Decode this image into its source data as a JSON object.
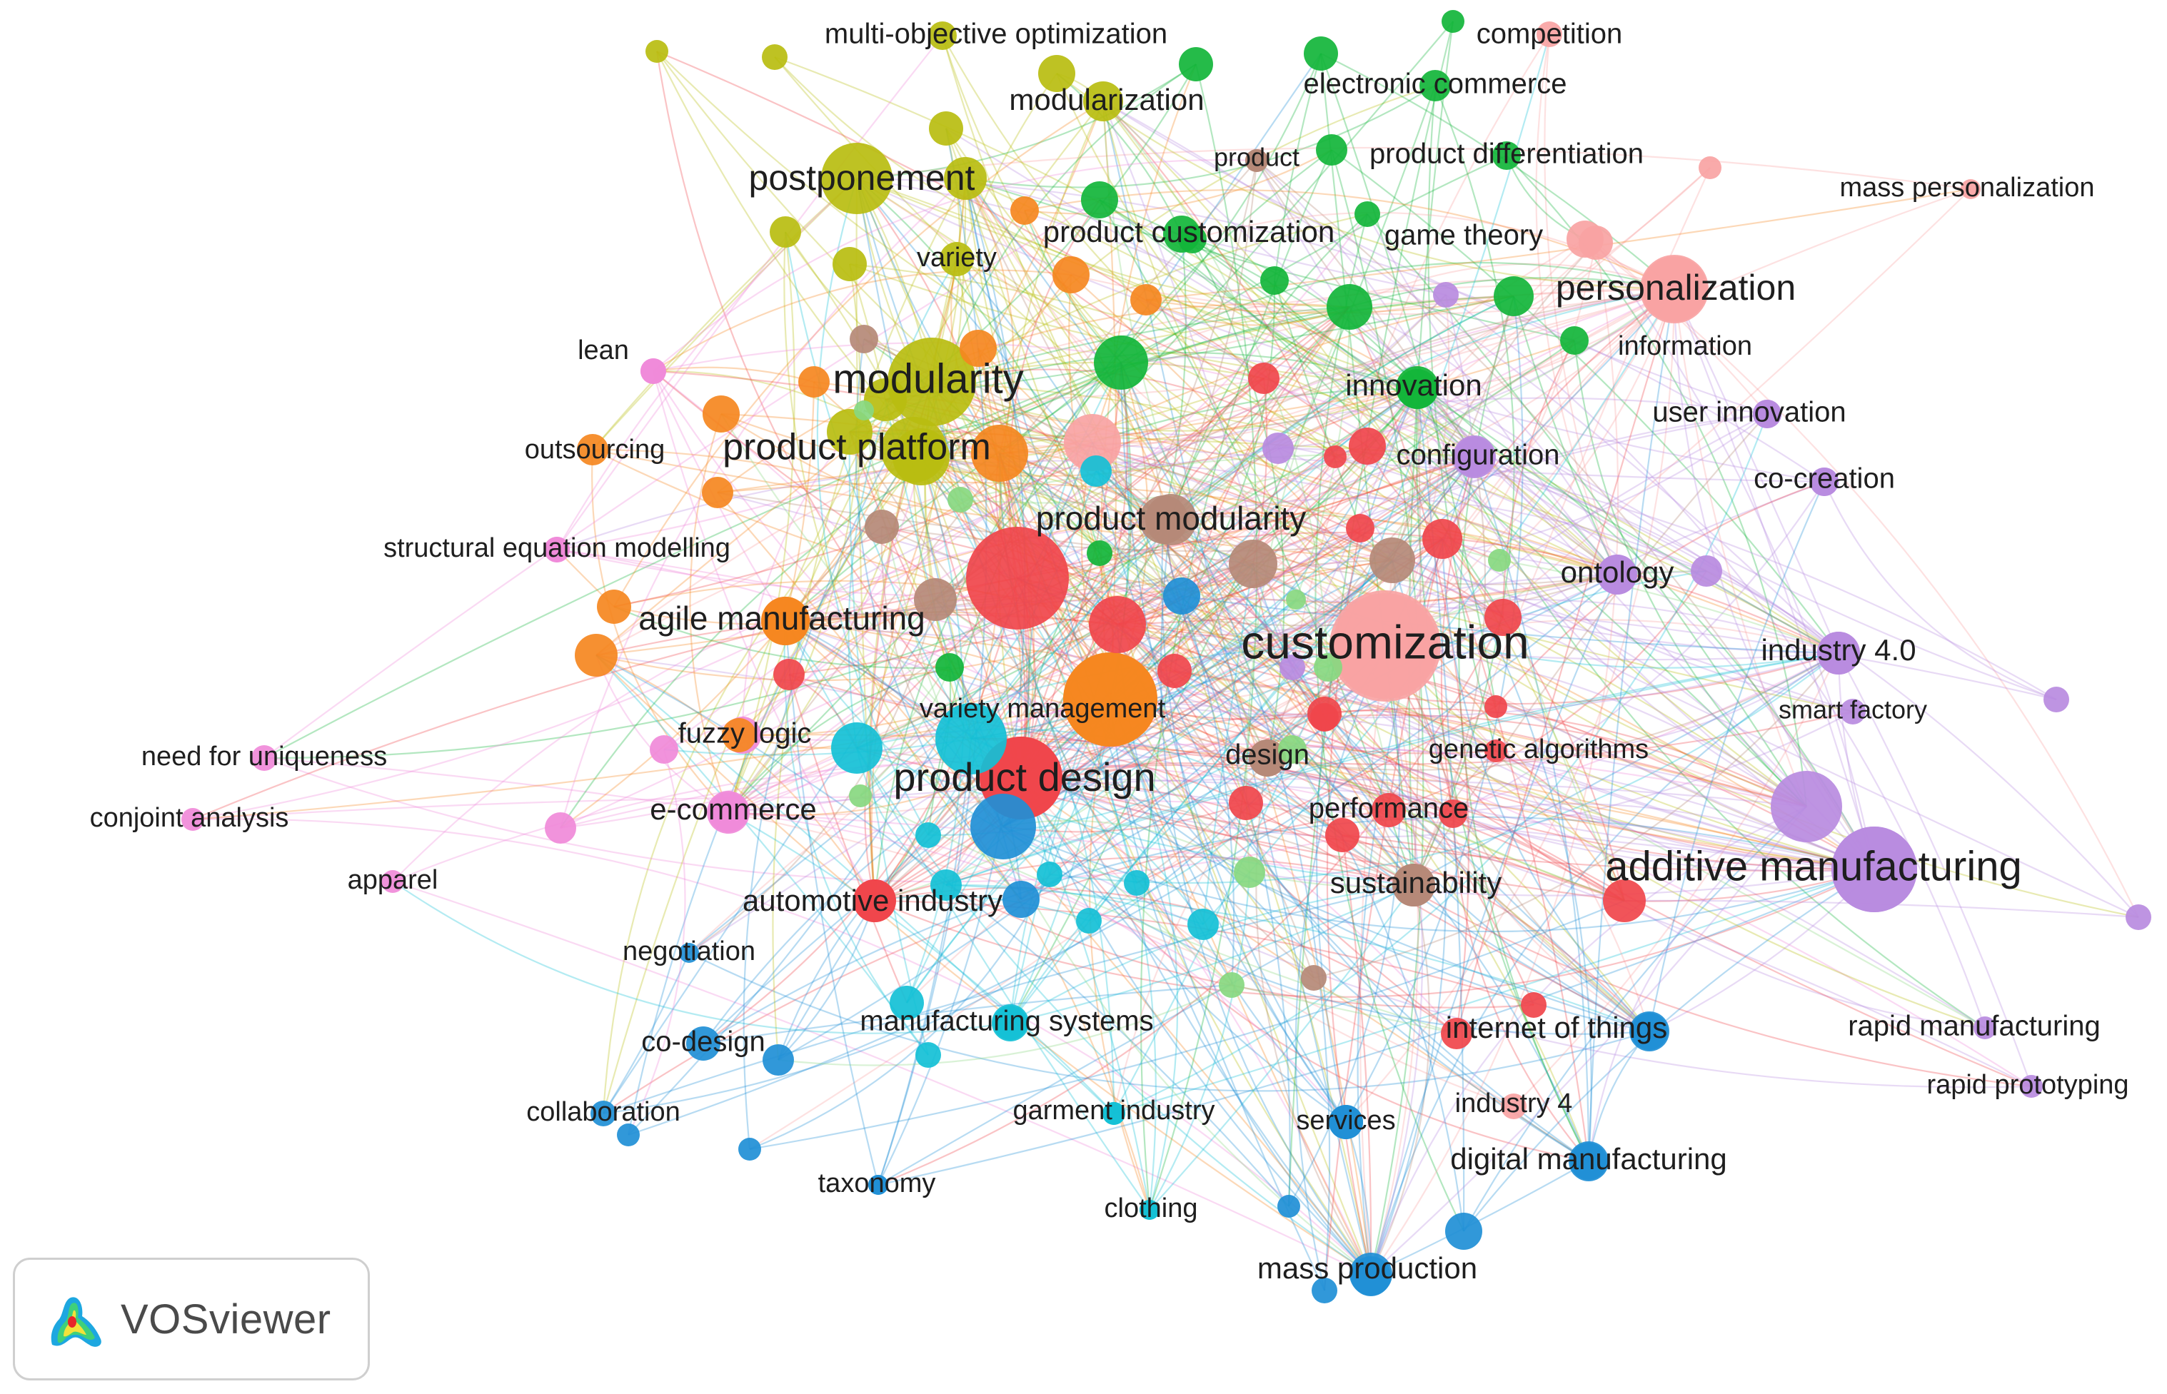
{
  "app": {
    "logo_text": "VOSviewer"
  },
  "clusters": {
    "red": "#f0454b",
    "salmon": "#f9a3a3",
    "green": "#12b53a",
    "yellow": "#b8bd10",
    "orange": "#f5871f",
    "blue": "#1f8fd6",
    "cyan": "#13c0d6",
    "purple": "#b98be0",
    "pink": "#f08ad9",
    "brown": "#b58977",
    "lightgreen": "#88d880"
  },
  "keywords": [
    {
      "label": "customization",
      "cluster": "salmon",
      "size": 5
    },
    {
      "label": "product design",
      "cluster": "red",
      "size": 4
    },
    {
      "label": "additive manufacturing",
      "cluster": "purple",
      "size": 4
    },
    {
      "label": "modularity",
      "cluster": "yellow",
      "size": 4
    },
    {
      "label": "product platform",
      "cluster": "yellow",
      "size": 3
    },
    {
      "label": "postponement",
      "cluster": "yellow",
      "size": 3
    },
    {
      "label": "personalization",
      "cluster": "salmon",
      "size": 3
    },
    {
      "label": "product modularity",
      "cluster": "brown",
      "size": 3
    },
    {
      "label": "agile manufacturing",
      "cluster": "orange",
      "size": 3
    },
    {
      "label": "mass production",
      "cluster": "blue",
      "size": 2
    },
    {
      "label": "internet of things",
      "cluster": "blue",
      "size": 2
    },
    {
      "label": "automotive industry",
      "cluster": "red",
      "size": 2
    },
    {
      "label": "innovation",
      "cluster": "green",
      "size": 2
    },
    {
      "label": "modularization",
      "cluster": "yellow",
      "size": 2
    },
    {
      "label": "multi-objective optimization",
      "cluster": "yellow",
      "size": 1
    },
    {
      "label": "electronic commerce",
      "cluster": "green",
      "size": 1
    },
    {
      "label": "competition",
      "cluster": "salmon",
      "size": 1
    },
    {
      "label": "product",
      "cluster": "brown",
      "size": 1
    },
    {
      "label": "product differentiation",
      "cluster": "green",
      "size": 1
    },
    {
      "label": "mass personalization",
      "cluster": "salmon",
      "size": 1
    },
    {
      "label": "product customization",
      "cluster": "green",
      "size": 2
    },
    {
      "label": "game theory",
      "cluster": "salmon",
      "size": 1
    },
    {
      "label": "variety",
      "cluster": "yellow",
      "size": 1
    },
    {
      "label": "lean",
      "cluster": "pink",
      "size": 1
    },
    {
      "label": "information",
      "cluster": "green",
      "size": 1
    },
    {
      "label": "user innovation",
      "cluster": "purple",
      "size": 1
    },
    {
      "label": "outsourcing",
      "cluster": "orange",
      "size": 2
    },
    {
      "label": "configuration",
      "cluster": "purple",
      "size": 2
    },
    {
      "label": "co-creation",
      "cluster": "purple",
      "size": 1
    },
    {
      "label": "structural equation modelling",
      "cluster": "pink",
      "size": 1
    },
    {
      "label": "ontology",
      "cluster": "purple",
      "size": 2
    },
    {
      "label": "industry 4.0",
      "cluster": "purple",
      "size": 2
    },
    {
      "label": "smart factory",
      "cluster": "purple",
      "size": 1
    },
    {
      "label": "fuzzy logic",
      "cluster": "orange",
      "size": 2
    },
    {
      "label": "variety management",
      "cluster": "orange",
      "size": 2
    },
    {
      "label": "need for uniqueness",
      "cluster": "pink",
      "size": 1
    },
    {
      "label": "design",
      "cluster": "brown",
      "size": 2
    },
    {
      "label": "genetic algorithms",
      "cluster": "red",
      "size": 1
    },
    {
      "label": "conjoint analysis",
      "cluster": "pink",
      "size": 1
    },
    {
      "label": "e-commerce",
      "cluster": "pink",
      "size": 2
    },
    {
      "label": "performance",
      "cluster": "red",
      "size": 2
    },
    {
      "label": "apparel",
      "cluster": "pink",
      "size": 1
    },
    {
      "label": "sustainability",
      "cluster": "brown",
      "size": 2
    },
    {
      "label": "negotiation",
      "cluster": "blue",
      "size": 1
    },
    {
      "label": "manufacturing systems",
      "cluster": "cyan",
      "size": 2
    },
    {
      "label": "rapid manufacturing",
      "cluster": "purple",
      "size": 1
    },
    {
      "label": "co-design",
      "cluster": "blue",
      "size": 2
    },
    {
      "label": "rapid prototyping",
      "cluster": "purple",
      "size": 1
    },
    {
      "label": "industry 4",
      "cluster": "salmon",
      "size": 1
    },
    {
      "label": "collaboration",
      "cluster": "blue",
      "size": 1
    },
    {
      "label": "garment industry",
      "cluster": "cyan",
      "size": 1
    },
    {
      "label": "services",
      "cluster": "blue",
      "size": 1
    },
    {
      "label": "digital manufacturing",
      "cluster": "blue",
      "size": 2
    },
    {
      "label": "taxonomy",
      "cluster": "blue",
      "size": 1
    },
    {
      "label": "clothing",
      "cluster": "cyan",
      "size": 1
    }
  ]
}
